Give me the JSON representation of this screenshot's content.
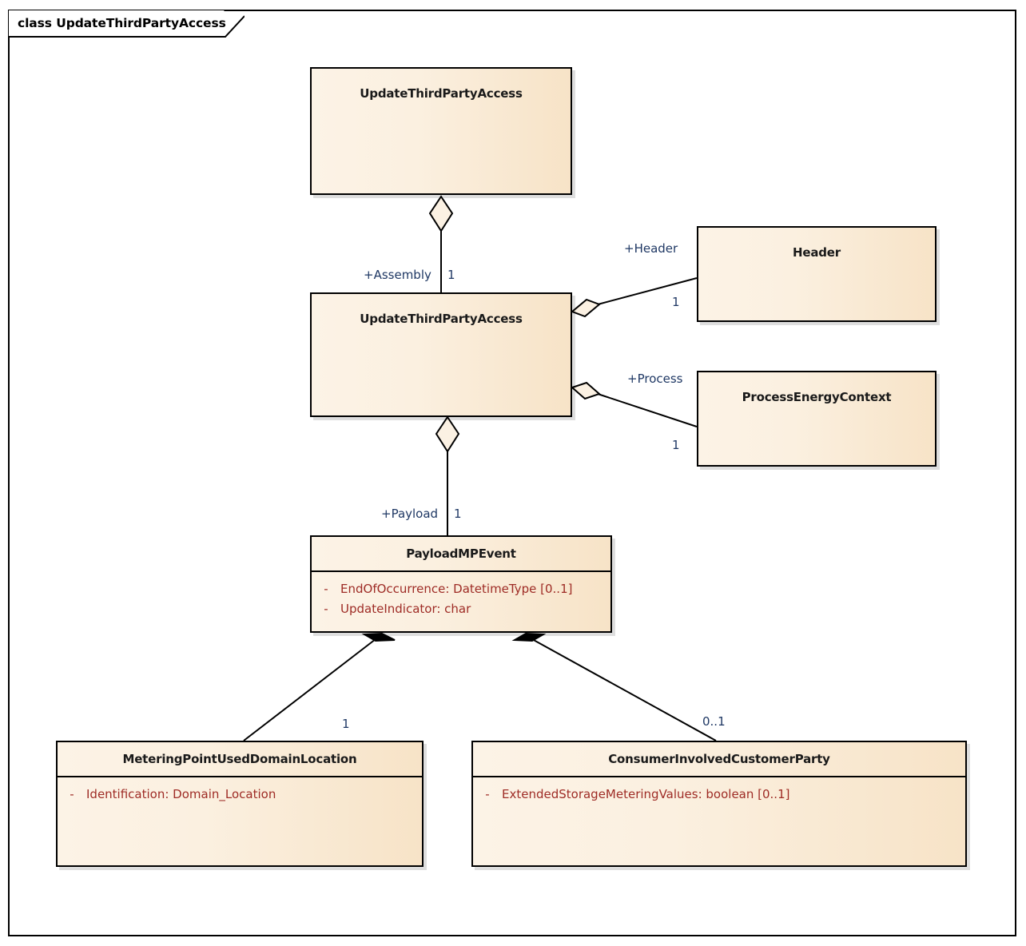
{
  "frame": {
    "label": "class UpdateThirdPartyAccess"
  },
  "nodes": {
    "top_assembly": {
      "name": "UpdateThirdPartyAccess"
    },
    "center": {
      "name": "UpdateThirdPartyAccess"
    },
    "header": {
      "name": "Header"
    },
    "process": {
      "name": "ProcessEnergyContext"
    },
    "payload": {
      "name": "PayloadMPEvent",
      "attributes": [
        {
          "visibility": "-",
          "text": "EndOfOccurrence: DatetimeType [0..1]"
        },
        {
          "visibility": "-",
          "text": "UpdateIndicator: char"
        }
      ]
    },
    "metering": {
      "name": "MeteringPointUsedDomainLocation",
      "attributes": [
        {
          "visibility": "-",
          "text": "Identification: Domain_Location"
        }
      ]
    },
    "consumer": {
      "name": "ConsumerInvolvedCustomerParty",
      "attributes": [
        {
          "visibility": "-",
          "text": "ExtendedStorageMeteringValues: boolean [0..1]"
        }
      ]
    }
  },
  "edges": {
    "assembly": {
      "role": "+Assembly",
      "multiplicity": "1"
    },
    "header": {
      "role": "+Header",
      "multiplicity": "1"
    },
    "process": {
      "role": "+Process",
      "multiplicity": "1"
    },
    "payload": {
      "role": "+Payload",
      "multiplicity": "1"
    },
    "metering": {
      "multiplicity": "1"
    },
    "consumer": {
      "multiplicity": "0..1"
    }
  },
  "colors": {
    "node_fill_light": "#fcf3e6",
    "node_fill_peach": "#f7e3c7",
    "node_border": "#000000",
    "attribute_text": "#9e2b25",
    "label_text": "#1f3864",
    "title_text": "#1a1a1a"
  }
}
